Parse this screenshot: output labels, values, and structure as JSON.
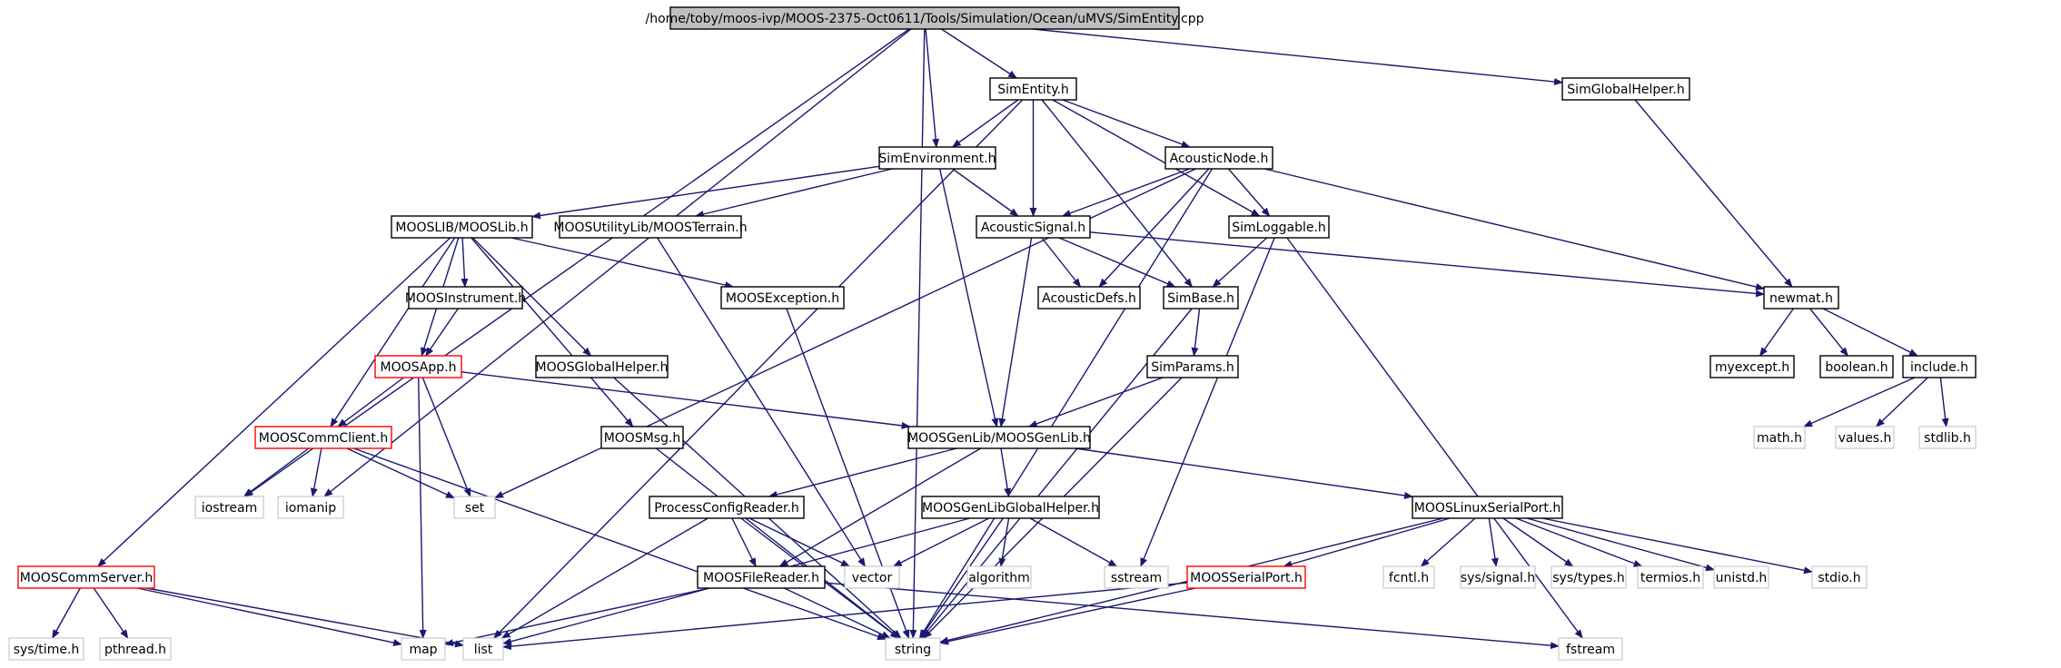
{
  "colors": {
    "edge": "#191970",
    "node_border_normal": "#000000",
    "node_border_red": "#ff0000",
    "node_border_gray": "#bfbfbf",
    "root_fill": "#bfbfbf",
    "text": "#000000"
  },
  "nodes": {
    "root": {
      "label": "/home/toby/moos-ivp/MOOS-2375-Oct0611/Tools/Simulation/Ocean/uMVS/SimEntity.cpp",
      "style": "root"
    },
    "simentity": {
      "label": "SimEntity.h",
      "style": "normal"
    },
    "simglobalhelper": {
      "label": "SimGlobalHelper.h",
      "style": "normal"
    },
    "simenvironment": {
      "label": "SimEnvironment.h",
      "style": "normal"
    },
    "acousticnode": {
      "label": "AcousticNode.h",
      "style": "normal"
    },
    "mooslib": {
      "label": "MOOSLIB/MOOSLib.h",
      "style": "normal"
    },
    "moosterrain": {
      "label": "MOOSUtilityLib/MOOSTerrain.h",
      "style": "normal"
    },
    "acousticsignal": {
      "label": "AcousticSignal.h",
      "style": "normal"
    },
    "simloggable": {
      "label": "SimLoggable.h",
      "style": "normal"
    },
    "moosinstrument": {
      "label": "MOOSInstrument.h",
      "style": "normal"
    },
    "moosexception": {
      "label": "MOOSException.h",
      "style": "normal"
    },
    "acousticdefs": {
      "label": "AcousticDefs.h",
      "style": "normal"
    },
    "simbase": {
      "label": "SimBase.h",
      "style": "normal"
    },
    "newmat": {
      "label": "newmat.h",
      "style": "normal"
    },
    "moosapp": {
      "label": "MOOSApp.h",
      "style": "red"
    },
    "moosglobalhelper": {
      "label": "MOOSGlobalHelper.h",
      "style": "normal"
    },
    "simparams": {
      "label": "SimParams.h",
      "style": "normal"
    },
    "myexcept": {
      "label": "myexcept.h",
      "style": "normal"
    },
    "boolean": {
      "label": "boolean.h",
      "style": "normal"
    },
    "include": {
      "label": "include.h",
      "style": "normal"
    },
    "mooscommclient": {
      "label": "MOOSCommClient.h",
      "style": "red"
    },
    "moosmsg": {
      "label": "MOOSMsg.h",
      "style": "normal"
    },
    "moosgenlib": {
      "label": "MOOSGenLib/MOOSGenLib.h",
      "style": "normal"
    },
    "math": {
      "label": "math.h",
      "style": "gray"
    },
    "values": {
      "label": "values.h",
      "style": "gray"
    },
    "stdlib": {
      "label": "stdlib.h",
      "style": "gray"
    },
    "iostream": {
      "label": "iostream",
      "style": "gray"
    },
    "iomanip": {
      "label": "iomanip",
      "style": "gray"
    },
    "set": {
      "label": "set",
      "style": "gray"
    },
    "processconfigreader": {
      "label": "ProcessConfigReader.h",
      "style": "normal"
    },
    "moosgenlibglobalhelper": {
      "label": "MOOSGenLibGlobalHelper.h",
      "style": "normal"
    },
    "mooslinuxserialport": {
      "label": "MOOSLinuxSerialPort.h",
      "style": "normal"
    },
    "mooscommserver": {
      "label": "MOOSCommServer.h",
      "style": "red"
    },
    "moosfilereader": {
      "label": "MOOSFileReader.h",
      "style": "normal"
    },
    "vector": {
      "label": "vector",
      "style": "gray"
    },
    "algorithm": {
      "label": "algorithm",
      "style": "gray"
    },
    "sstream": {
      "label": "sstream",
      "style": "gray"
    },
    "moosserialport": {
      "label": "MOOSSerialPort.h",
      "style": "red"
    },
    "fcntl": {
      "label": "fcntl.h",
      "style": "gray"
    },
    "syssignal": {
      "label": "sys/signal.h",
      "style": "gray"
    },
    "systypes": {
      "label": "sys/types.h",
      "style": "gray"
    },
    "termios": {
      "label": "termios.h",
      "style": "gray"
    },
    "unistd": {
      "label": "unistd.h",
      "style": "gray"
    },
    "stdio": {
      "label": "stdio.h",
      "style": "gray"
    },
    "systime": {
      "label": "sys/time.h",
      "style": "gray"
    },
    "pthread": {
      "label": "pthread.h",
      "style": "gray"
    },
    "map": {
      "label": "map",
      "style": "gray"
    },
    "list": {
      "label": "list",
      "style": "gray"
    },
    "string": {
      "label": "string",
      "style": "gray"
    },
    "fstream": {
      "label": "fstream",
      "style": "gray"
    }
  },
  "edges": [
    [
      "root",
      "simentity"
    ],
    [
      "root",
      "simglobalhelper"
    ],
    [
      "root",
      "simenvironment"
    ],
    [
      "root",
      "iostream"
    ],
    [
      "root",
      "iomanip"
    ],
    [
      "root",
      "string"
    ],
    [
      "simentity",
      "simenvironment"
    ],
    [
      "simentity",
      "acousticnode"
    ],
    [
      "simentity",
      "acousticsignal"
    ],
    [
      "simentity",
      "simloggable"
    ],
    [
      "simentity",
      "simbase"
    ],
    [
      "simentity",
      "list"
    ],
    [
      "simglobalhelper",
      "newmat"
    ],
    [
      "simenvironment",
      "mooslib"
    ],
    [
      "simenvironment",
      "moosterrain"
    ],
    [
      "simenvironment",
      "acousticsignal"
    ],
    [
      "simenvironment",
      "moosgenlib"
    ],
    [
      "acousticnode",
      "acousticsignal"
    ],
    [
      "acousticnode",
      "acousticdefs"
    ],
    [
      "acousticnode",
      "simloggable"
    ],
    [
      "acousticnode",
      "newmat"
    ],
    [
      "acousticnode",
      "set"
    ],
    [
      "acousticnode",
      "string"
    ],
    [
      "mooslib",
      "moosapp"
    ],
    [
      "mooslib",
      "moosinstrument"
    ],
    [
      "mooslib",
      "mooscommclient"
    ],
    [
      "mooslib",
      "mooscommserver"
    ],
    [
      "mooslib",
      "moosexception"
    ],
    [
      "mooslib",
      "moosglobalhelper"
    ],
    [
      "mooslib",
      "moosmsg"
    ],
    [
      "moosterrain",
      "vector"
    ],
    [
      "acousticsignal",
      "acousticdefs"
    ],
    [
      "acousticsignal",
      "simbase"
    ],
    [
      "acousticsignal",
      "newmat"
    ],
    [
      "acousticsignal",
      "moosgenlib"
    ],
    [
      "simloggable",
      "simbase"
    ],
    [
      "simloggable",
      "sstream"
    ],
    [
      "simloggable",
      "fstream"
    ],
    [
      "moosinstrument",
      "moosapp"
    ],
    [
      "moosexception",
      "string"
    ],
    [
      "simbase",
      "simparams"
    ],
    [
      "simbase",
      "string"
    ],
    [
      "newmat",
      "myexcept"
    ],
    [
      "newmat",
      "boolean"
    ],
    [
      "newmat",
      "include"
    ],
    [
      "moosapp",
      "mooscommclient"
    ],
    [
      "moosapp",
      "moosgenlib"
    ],
    [
      "moosapp",
      "set"
    ],
    [
      "moosapp",
      "map"
    ],
    [
      "moosglobalhelper",
      "string"
    ],
    [
      "simparams",
      "moosgenlib"
    ],
    [
      "simparams",
      "string"
    ],
    [
      "include",
      "math"
    ],
    [
      "include",
      "values"
    ],
    [
      "include",
      "stdlib"
    ],
    [
      "mooscommclient",
      "iostream"
    ],
    [
      "mooscommclient",
      "iomanip"
    ],
    [
      "mooscommclient",
      "set"
    ],
    [
      "mooscommclient",
      "string"
    ],
    [
      "moosmsg",
      "string"
    ],
    [
      "moosgenlib",
      "processconfigreader"
    ],
    [
      "moosgenlib",
      "moosgenlibglobalhelper"
    ],
    [
      "moosgenlib",
      "mooslinuxserialport"
    ],
    [
      "moosgenlib",
      "moosfilereader"
    ],
    [
      "processconfigreader",
      "moosfilereader"
    ],
    [
      "processconfigreader",
      "vector"
    ],
    [
      "processconfigreader",
      "list"
    ],
    [
      "processconfigreader",
      "string"
    ],
    [
      "moosgenlibglobalhelper",
      "vector"
    ],
    [
      "moosgenlibglobalhelper",
      "algorithm"
    ],
    [
      "moosgenlibglobalhelper",
      "sstream"
    ],
    [
      "moosgenlibglobalhelper",
      "list"
    ],
    [
      "moosgenlibglobalhelper",
      "string"
    ],
    [
      "mooslinuxserialport",
      "moosserialport"
    ],
    [
      "mooslinuxserialport",
      "fcntl"
    ],
    [
      "mooslinuxserialport",
      "syssignal"
    ],
    [
      "mooslinuxserialport",
      "systypes"
    ],
    [
      "mooslinuxserialport",
      "termios"
    ],
    [
      "mooslinuxserialport",
      "unistd"
    ],
    [
      "mooslinuxserialport",
      "stdio"
    ],
    [
      "mooslinuxserialport",
      "string"
    ],
    [
      "mooscommserver",
      "systime"
    ],
    [
      "mooscommserver",
      "pthread"
    ],
    [
      "mooscommserver",
      "map"
    ],
    [
      "mooscommserver",
      "list"
    ],
    [
      "moosfilereader",
      "string"
    ],
    [
      "moosfilereader",
      "map"
    ],
    [
      "moosfilereader",
      "fstream"
    ],
    [
      "moosserialport",
      "list"
    ],
    [
      "moosserialport",
      "string"
    ]
  ]
}
